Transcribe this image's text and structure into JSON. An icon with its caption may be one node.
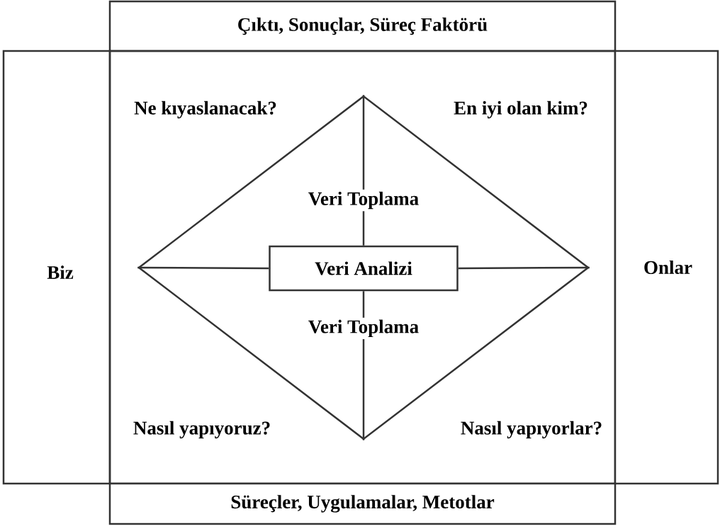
{
  "diagram": {
    "nodes": [
      {
        "text": [
          "Çıktı, Sonuçlar, Süreç Faktörü"
        ]
      },
      {
        "text": [
          "Biz"
        ]
      },
      {
        "text": [],
        "shape": "box"
      },
      {
        "text": [
          "Onlar"
        ]
      },
      {
        "text": [
          "Süreçler, Uygulamalar, Metotlar"
        ]
      },
      {
        "text": [],
        "shape": "diamond",
        "in": 2
      },
      {
        "text": [
          "Veri Analizi"
        ],
        "in": 5
      }
    ],
    "edges": [
      {
        "from": 5,
        "to": 6,
        "arrow": "none",
        "label": "Veri Toplama"
      },
      {
        "from": 5,
        "to": 6,
        "arrow": "none"
      },
      {
        "from": 6,
        "to": 5,
        "arrow": "none"
      },
      {
        "from": 6,
        "to": 5,
        "arrow": "none",
        "label": "Veri Toplama"
      }
    ],
    "labels": [
      "Ne kıyaslanacak?",
      "En iyi olan kim?",
      "Nasıl yapıyoruz?",
      "Nasıl yapıyorlar?"
    ]
  }
}
